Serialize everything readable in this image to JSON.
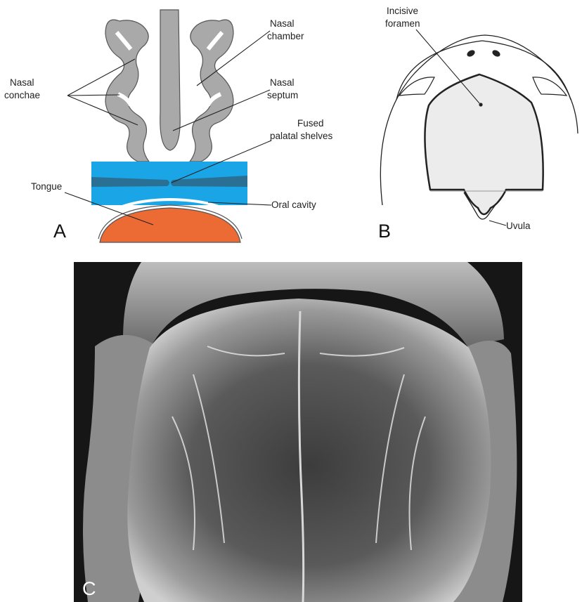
{
  "panel_a": {
    "letter": "A",
    "labels": {
      "nasal_conchae_1": "Nasal",
      "nasal_conchae_2": "conchae",
      "nasal_chamber_1": "Nasal",
      "nasal_chamber_2": "chamber",
      "nasal_septum_1": "Nasal",
      "nasal_septum_2": "septum",
      "fused_palatal_1": "Fused",
      "fused_palatal_2": "palatal shelves",
      "tongue": "Tongue",
      "oral_cavity": "Oral cavity"
    },
    "colors": {
      "tissue": "#a9a9a9",
      "palate": "#1aa6e6",
      "palate_dark": "#2a6f94",
      "tongue": "#ec6a33"
    }
  },
  "panel_b": {
    "letter": "B",
    "labels": {
      "incisive_1": "Incisive",
      "incisive_2": "foramen",
      "uvula": "Uvula"
    }
  },
  "panel_c": {
    "letter": "C"
  }
}
